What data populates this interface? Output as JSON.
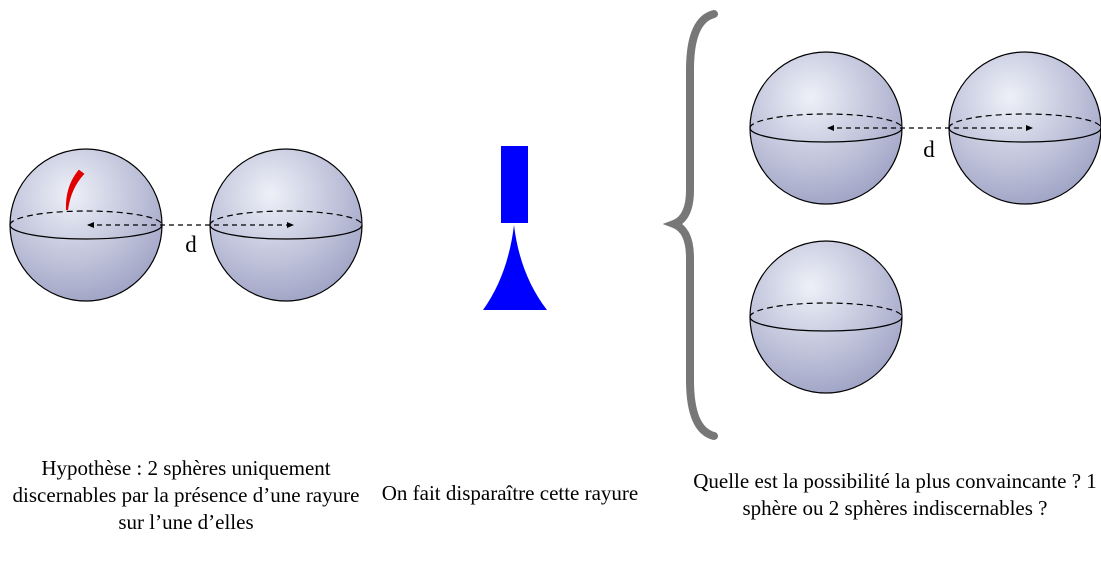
{
  "distance_label": "d",
  "captions": {
    "left": "Hypothèse : 2 sphères uniquement discernables par la présence d’une rayure sur l’une d’elles",
    "middle": "On fait disparaître cette rayure",
    "right": "Quelle est la possibilité la plus convaincante ? 1 sphère ou 2 sphères indiscernables ?"
  },
  "colors": {
    "sphere_light": "#eef0f8",
    "sphere_dark": "#9ea2c4",
    "scratch": "#e00000",
    "eraser": "#0000ff",
    "brace": "#777777"
  }
}
